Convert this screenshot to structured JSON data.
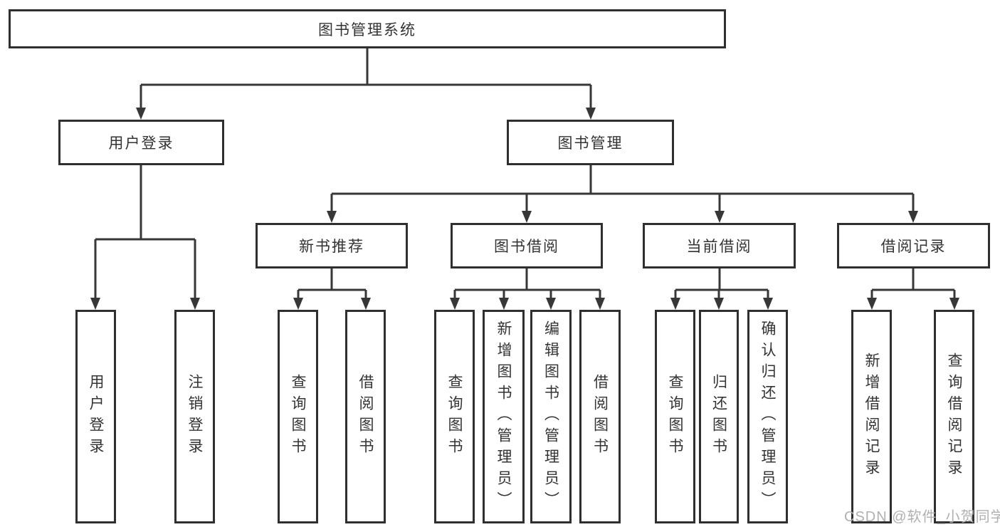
{
  "diagram_type": "hierarchy-org-chart",
  "colors": {
    "line": "#373737",
    "border": "#2f2f2f",
    "text": "#333333",
    "watermark": "#b0b0b0",
    "background": "#ffffff"
  },
  "watermark": "CSDN @软件_小贺同学",
  "tree": {
    "root": {
      "label": "图书管理系统",
      "children": [
        {
          "label": "用户登录",
          "children": [
            {
              "label": "用户登录"
            },
            {
              "label": "注销登录"
            }
          ]
        },
        {
          "label": "图书管理",
          "children": [
            {
              "label": "新书推荐",
              "children": [
                {
                  "label": "查询图书"
                },
                {
                  "label": "借阅图书"
                }
              ]
            },
            {
              "label": "图书借阅",
              "children": [
                {
                  "label": "查询图书"
                },
                {
                  "label": "新增图书（管理员）"
                },
                {
                  "label": "编辑图书（管理员）"
                },
                {
                  "label": "借阅图书"
                }
              ]
            },
            {
              "label": "当前借阅",
              "children": [
                {
                  "label": "查询图书"
                },
                {
                  "label": "归还图书"
                },
                {
                  "label": "确认归还（管理员）"
                }
              ]
            },
            {
              "label": "借阅记录",
              "children": [
                {
                  "label": "新增借阅记录"
                },
                {
                  "label": "查询借阅记录"
                }
              ]
            }
          ]
        }
      ]
    }
  }
}
